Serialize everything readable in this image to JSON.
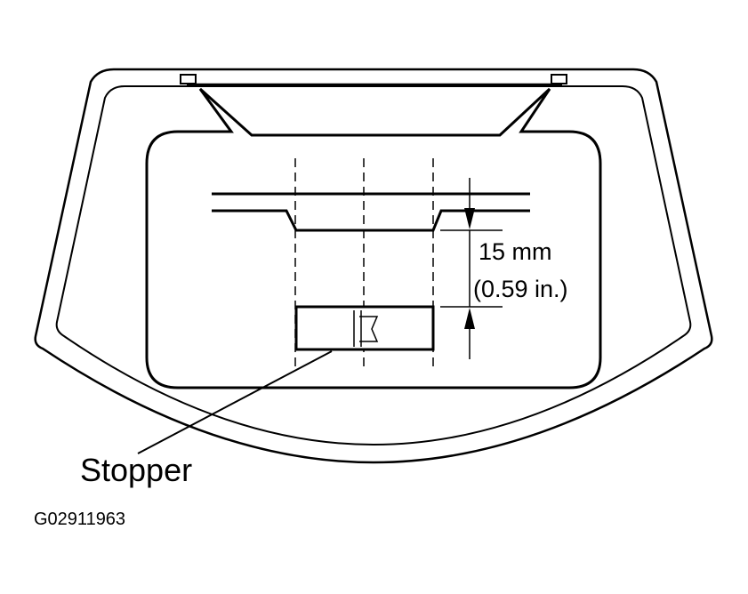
{
  "dimension": {
    "metric": "15 mm",
    "imperial": "(0.59 in.)"
  },
  "callout": {
    "label": "Stopper"
  },
  "figure": {
    "code": "G02911963"
  },
  "colors": {
    "line": "#000000",
    "background": "#ffffff"
  }
}
